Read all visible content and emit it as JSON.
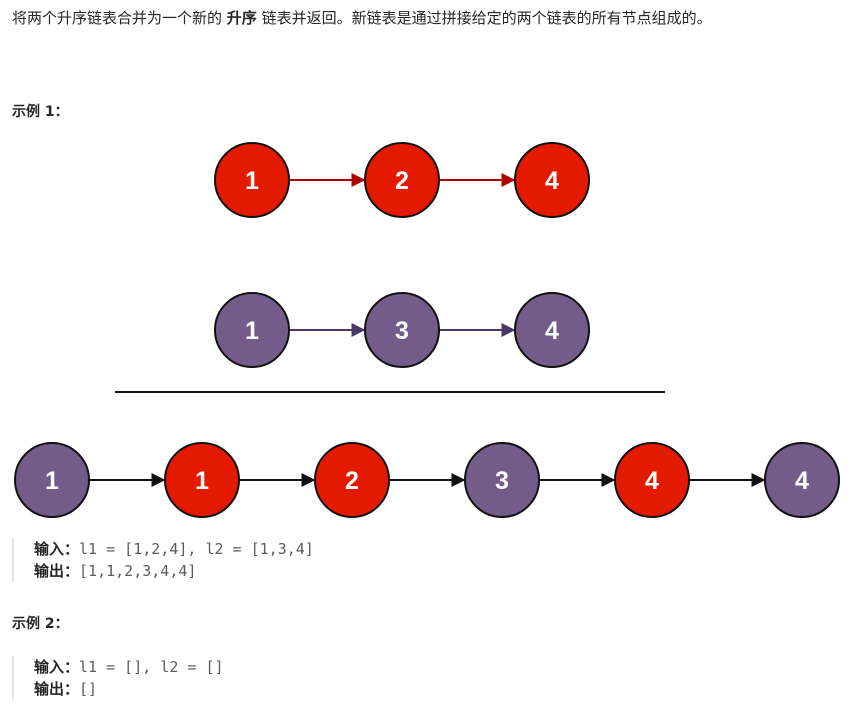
{
  "description": {
    "part1": "将两个升序链表合并为一个新的 ",
    "emphasis": "升序",
    "part2": " 链表并返回。新链表是通过拼接给定的两个链表的所有节点组成的。"
  },
  "example1": {
    "heading": "示例 1：",
    "list1": [
      "1",
      "2",
      "4"
    ],
    "list2": [
      "1",
      "3",
      "4"
    ],
    "merged": [
      "1",
      "1",
      "2",
      "3",
      "4",
      "4"
    ],
    "merged_colors": [
      "purple",
      "red",
      "red",
      "purple",
      "red",
      "purple"
    ],
    "input_label": "输入：",
    "input_value": "l1 = [1,2,4], l2 = [1,3,4]",
    "output_label": "输出：",
    "output_value": "[1,1,2,3,4,4]"
  },
  "example2": {
    "heading": "示例 2：",
    "input_label": "输入：",
    "input_value": "l1 = [], l2 = []",
    "output_label": "输出：",
    "output_value": "[]"
  },
  "colors": {
    "red_node": "#e31a00",
    "purple_node": "#745c8a",
    "node_stroke": "#111111",
    "red_arrow": "#b00000",
    "purple_arrow": "#4a3766",
    "black_arrow": "#111111"
  }
}
